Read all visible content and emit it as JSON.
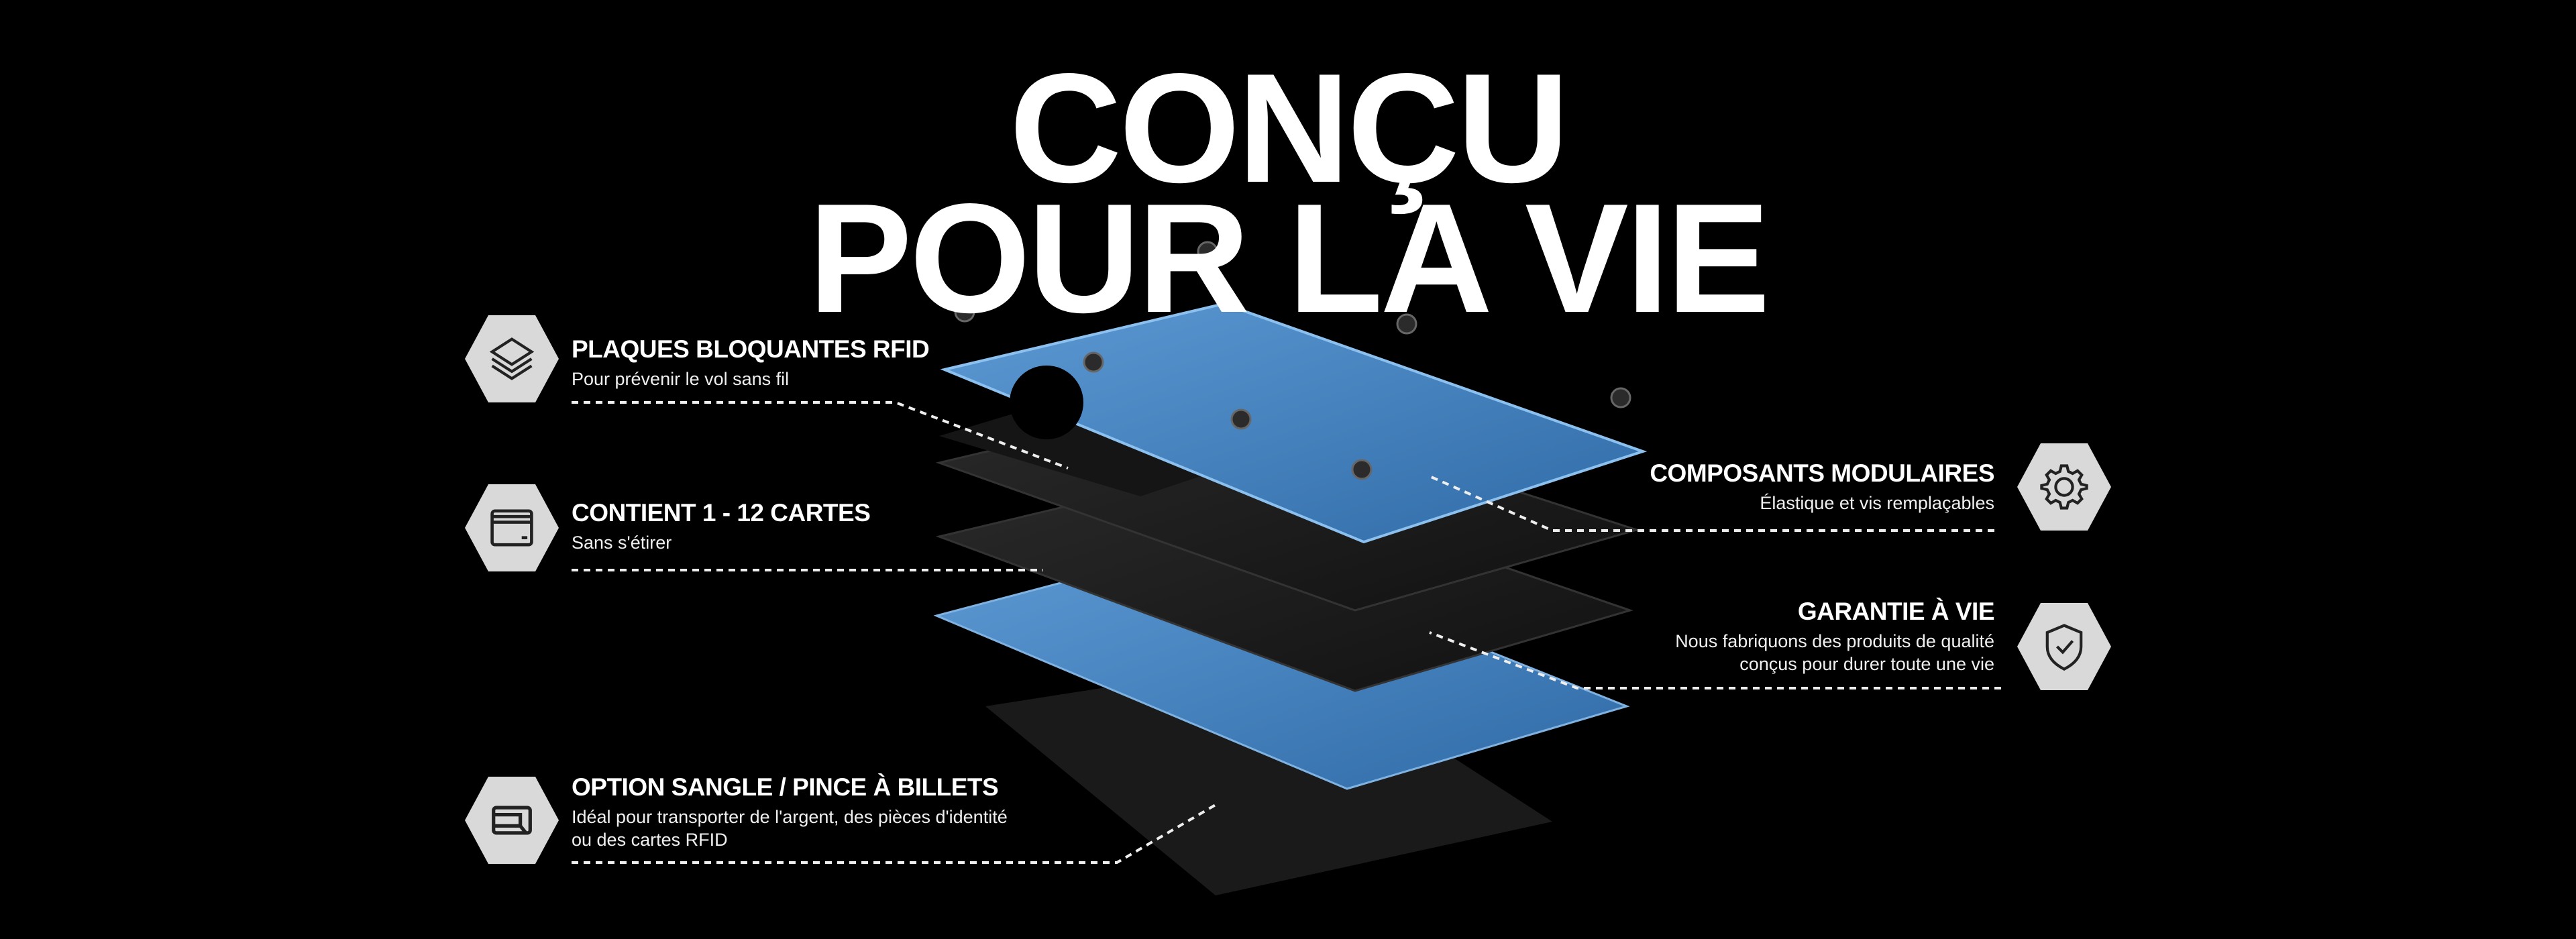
{
  "headline": {
    "line1": "CONÇU",
    "line2": "POUR LA VIE"
  },
  "features_left": [
    {
      "title": "PLAQUES BLOQUANTES RFID",
      "subtitle": "Pour prévenir le vol sans fil",
      "icon": "layers-icon"
    },
    {
      "title": "CONTIENT 1 - 12 CARTES",
      "subtitle": "Sans s'étirer",
      "icon": "cards-icon"
    },
    {
      "title": "OPTION SANGLE / PINCE À BILLETS",
      "subtitle_line1": "Idéal pour transporter de l'argent, des pièces d'identité",
      "subtitle_line2": "ou des cartes RFID",
      "icon": "money-clip-icon"
    }
  ],
  "features_right": [
    {
      "title": "COMPOSANTS MODULAIRES",
      "subtitle": "Élastique et vis remplaçables",
      "icon": "gear-icon"
    },
    {
      "title": "GARANTIE À VIE",
      "subtitle_line1": "Nous fabriquons des produits de qualité",
      "subtitle_line2": "conçus pour durer toute une vie",
      "icon": "shield-check-icon"
    }
  ],
  "colors": {
    "background": "#000000",
    "plate_blue": "#4a86c0",
    "plate_black": "#1c1c1c",
    "icon_bg": "#d9d9d9"
  }
}
